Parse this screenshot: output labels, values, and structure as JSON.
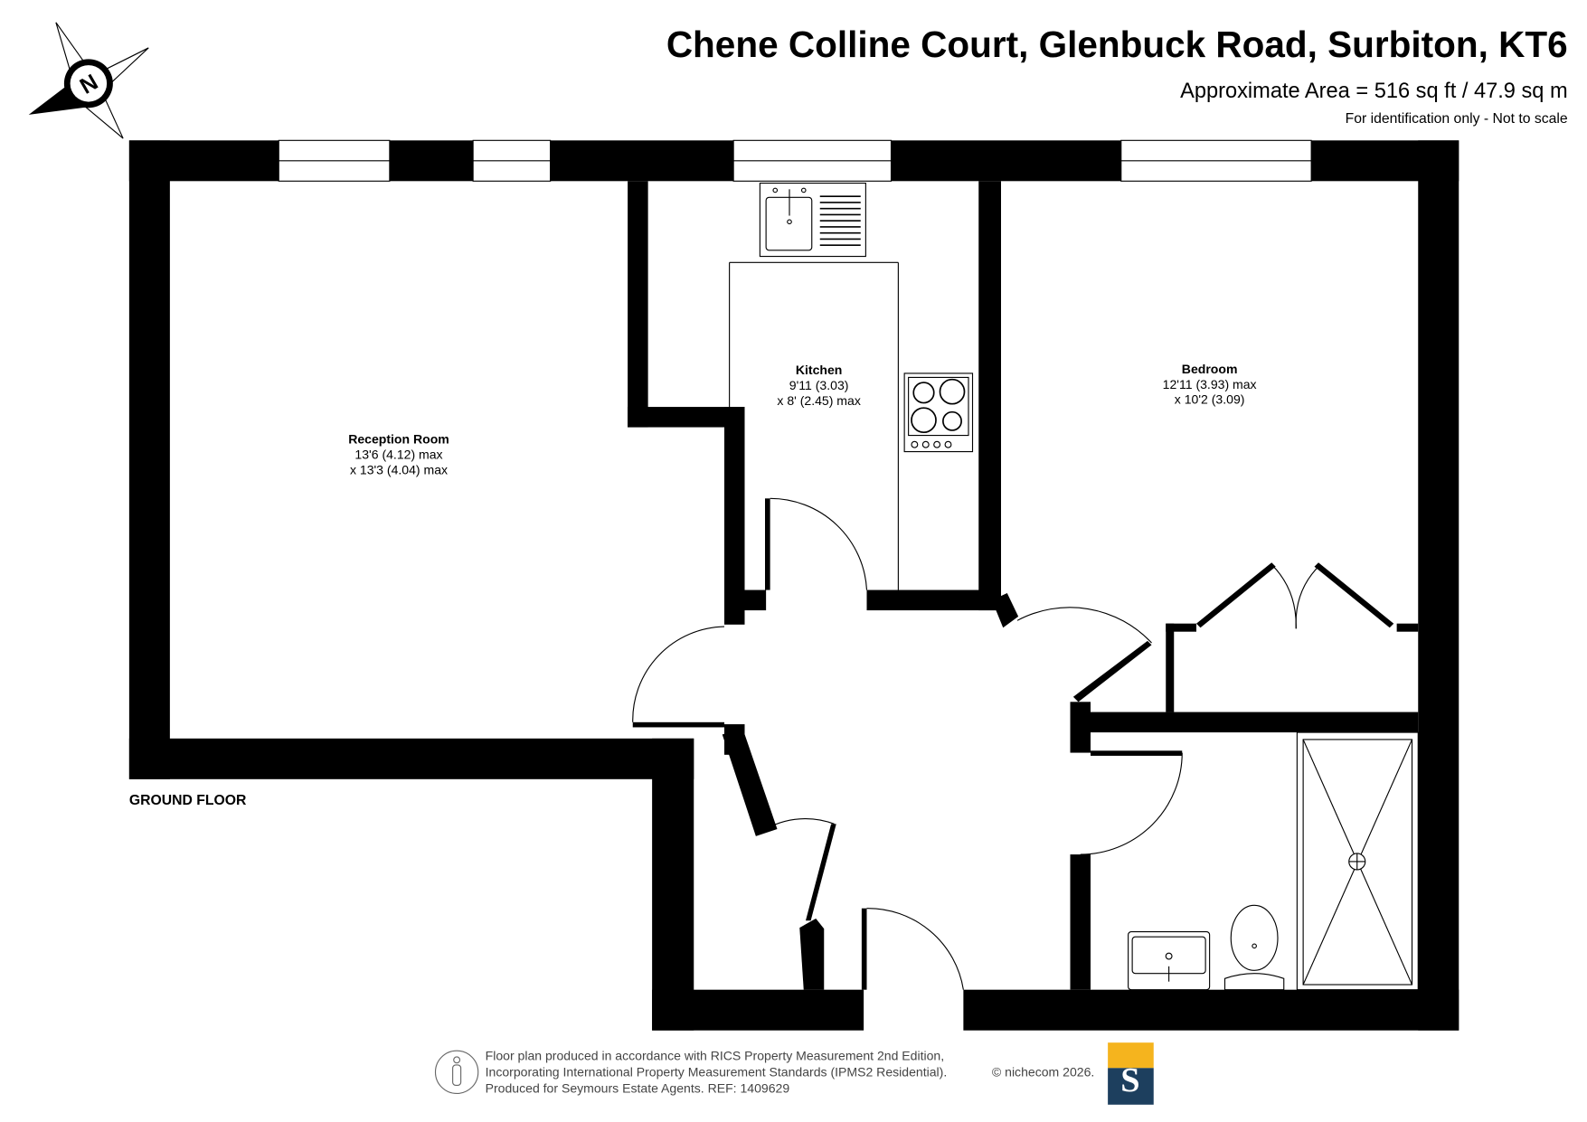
{
  "header": {
    "title": "Chene Colline Court, Glenbuck Road, Surbiton, KT6",
    "area": "Approximate Area = 516 sq ft / 47.9 sq m",
    "note": "For identification only - Not to scale"
  },
  "compass": {
    "label": "N"
  },
  "floor_label": "GROUND FLOOR",
  "rooms": [
    {
      "name": "Reception Room",
      "dim1": "13'6 (4.12) max",
      "dim2": "x 13'3 (4.04) max"
    },
    {
      "name": "Kitchen",
      "dim1": "9'11 (3.03)",
      "dim2": "x 8' (2.45) max"
    },
    {
      "name": "Bedroom",
      "dim1": "12'11 (3.93) max",
      "dim2": "x 10'2 (3.09)"
    }
  ],
  "footer": {
    "line1": "Floor plan produced in accordance with RICS Property Measurement 2nd Edition,",
    "line2": "Incorporating International Property Measurement Standards (IPMS2 Residential).",
    "line3": "Produced for Seymours Estate Agents.   REF: 1409629",
    "copyright": "© nichecom 2026.",
    "logo_letter": "S"
  },
  "colors": {
    "logo_top": "#f5b41e",
    "logo_bottom": "#1d3f5e",
    "walls": "#000000"
  }
}
